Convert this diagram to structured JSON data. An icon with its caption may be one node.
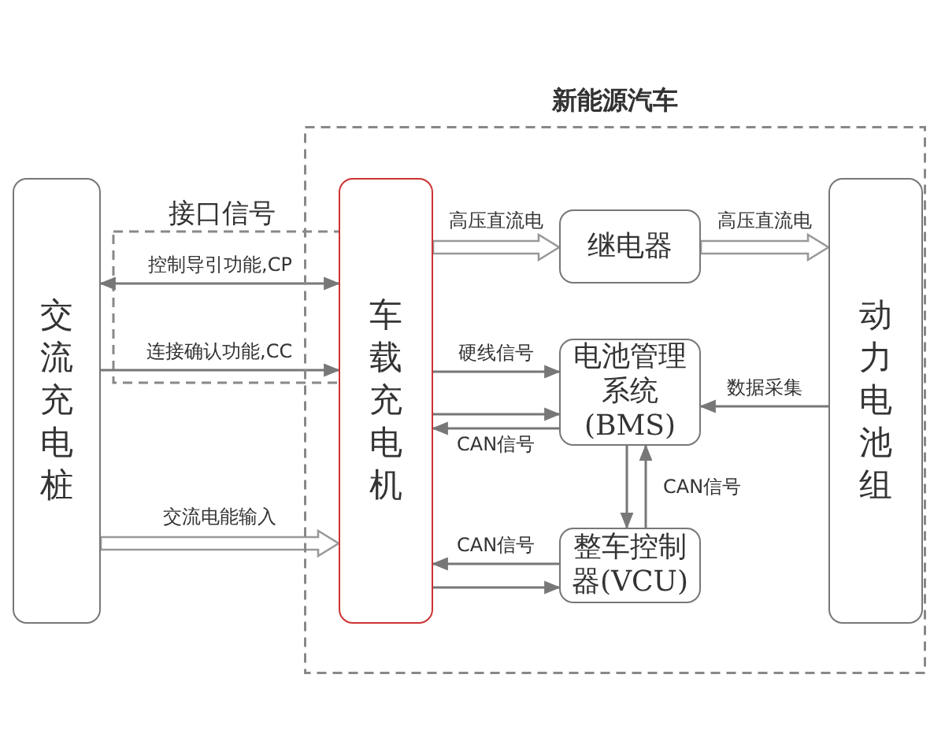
{
  "diagram": {
    "nodes": [
      {
        "text": [
          "新能源汽车"
        ]
      },
      {
        "text": [
          "交流充电桩"
        ]
      },
      {
        "text": [
          "车载充电机"
        ],
        "in": 0
      },
      {
        "text": [
          "继电器"
        ],
        "in": 0
      },
      {
        "text": [
          "电池管理系统(BMS)"
        ],
        "in": 0
      },
      {
        "text": [
          "整车控制器(VCU)"
        ],
        "in": 0
      },
      {
        "text": [
          "动力电池组"
        ],
        "in": 0
      }
    ],
    "edges": [
      {
        "from": 1,
        "to": 2,
        "arrow": "both",
        "label": "控制导引功能,CP"
      },
      {
        "from": 1,
        "to": 2,
        "arrow": "to",
        "label": "连接确认功能,CC"
      },
      {
        "from": 1,
        "to": 2,
        "arrow": "to",
        "label": "交流电能输入",
        "style": "thick"
      },
      {
        "from": 2,
        "to": 3,
        "arrow": "to",
        "label": "高压直流电",
        "style": "thick"
      },
      {
        "from": 3,
        "to": 6,
        "arrow": "to",
        "label": "高压直流电",
        "style": "thick"
      },
      {
        "from": 2,
        "to": 4,
        "arrow": "to",
        "label": "硬线信号"
      },
      {
        "from": 2,
        "to": 4,
        "arrow": "to"
      },
      {
        "from": 4,
        "to": 2,
        "arrow": "to",
        "label": "CAN信号"
      },
      {
        "from": 6,
        "to": 4,
        "arrow": "to",
        "label": "数据采集"
      },
      {
        "from": 4,
        "to": 5,
        "arrow": "to"
      },
      {
        "from": 5,
        "to": 4,
        "arrow": "to",
        "label": "CAN信号"
      },
      {
        "from": 5,
        "to": 2,
        "arrow": "to",
        "label": "CAN信号"
      },
      {
        "from": 2,
        "to": 5,
        "arrow": "to"
      }
    ],
    "labels": [
      "接口信号"
    ]
  }
}
